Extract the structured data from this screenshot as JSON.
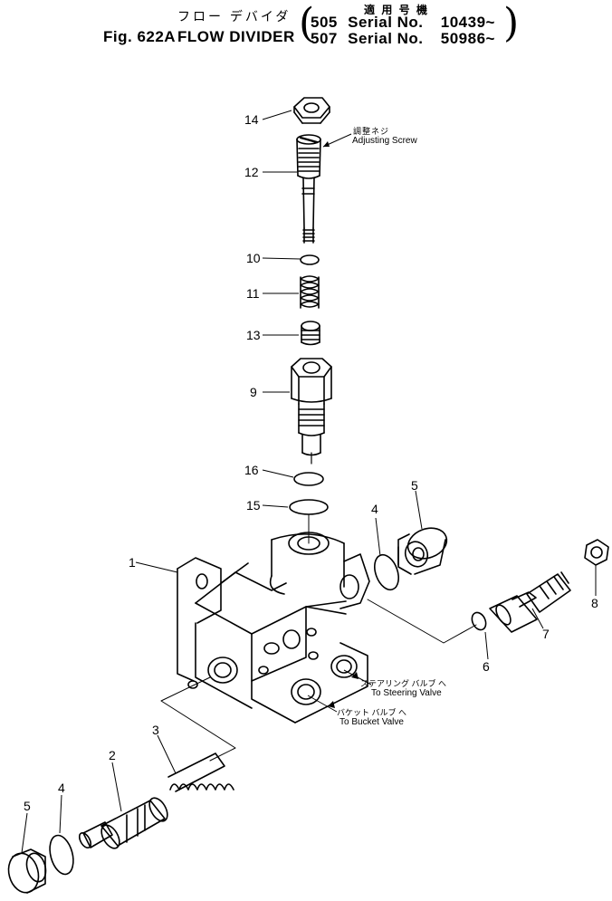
{
  "header": {
    "title_jp": "フロー デバイダ",
    "fig_label": "Fig. 622A",
    "title_en": "FLOW DIVIDER",
    "applicable_jp": "適 用 号 機",
    "serials": [
      {
        "model": "505",
        "text": "Serial No.",
        "range": "10439~"
      },
      {
        "model": "507",
        "text": "Serial No.",
        "range": "50986~"
      }
    ]
  },
  "annotations": {
    "adjusting_jp": "調整ネジ",
    "adjusting_en": "Adjusting Screw",
    "steering_jp": "ステアリング バルブ へ",
    "steering_en": "To Steering Valve",
    "bucket_jp": "バケット バルブ へ",
    "bucket_en": "To Bucket Valve"
  },
  "part_labels": {
    "p14": "14",
    "p12": "12",
    "p10": "10",
    "p11": "11",
    "p13": "13",
    "p9": "9",
    "p16": "16",
    "p15": "15",
    "p1": "1",
    "p4a": "4",
    "p5a": "5",
    "p6": "6",
    "p7": "7",
    "p8": "8",
    "p3": "3",
    "p2": "2",
    "p4b": "4",
    "p5b": "5"
  }
}
